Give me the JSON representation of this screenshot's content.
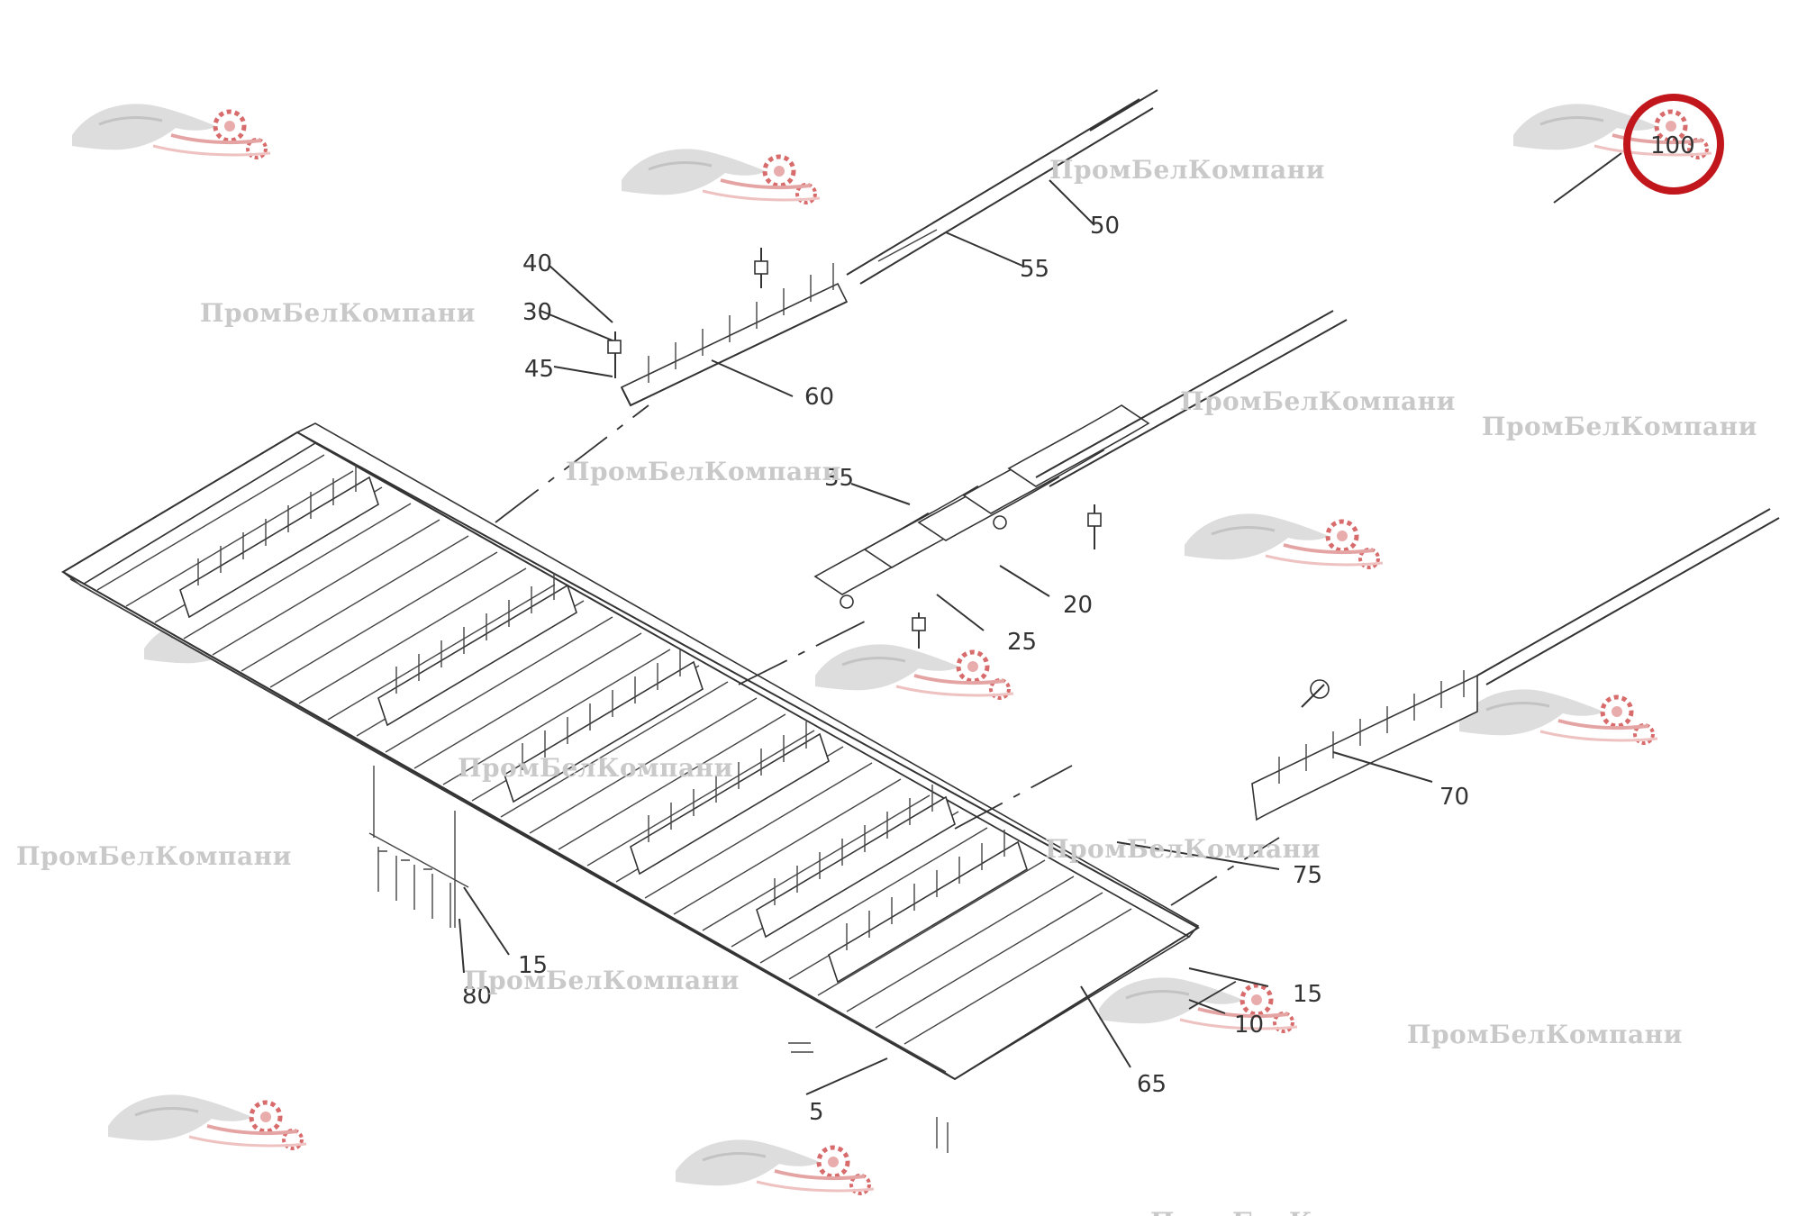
{
  "watermark": {
    "text": "ПромБелКомпани",
    "logo_icon": "panther-gear-logo-icon",
    "text_color": "#c9c9c9",
    "logo_color": "#d45b5b"
  },
  "highlight": {
    "label": "100",
    "color": "#c0161c"
  },
  "callouts": {
    "c5": "5",
    "c10": "10",
    "c15a": "15",
    "c15b": "15",
    "c20": "20",
    "c25": "25",
    "c30": "30",
    "c35": "35",
    "c40": "40",
    "c45": "45",
    "c50": "50",
    "c55": "55",
    "c60": "60",
    "c65": "65",
    "c70": "70",
    "c75": "75",
    "c80": "80"
  }
}
